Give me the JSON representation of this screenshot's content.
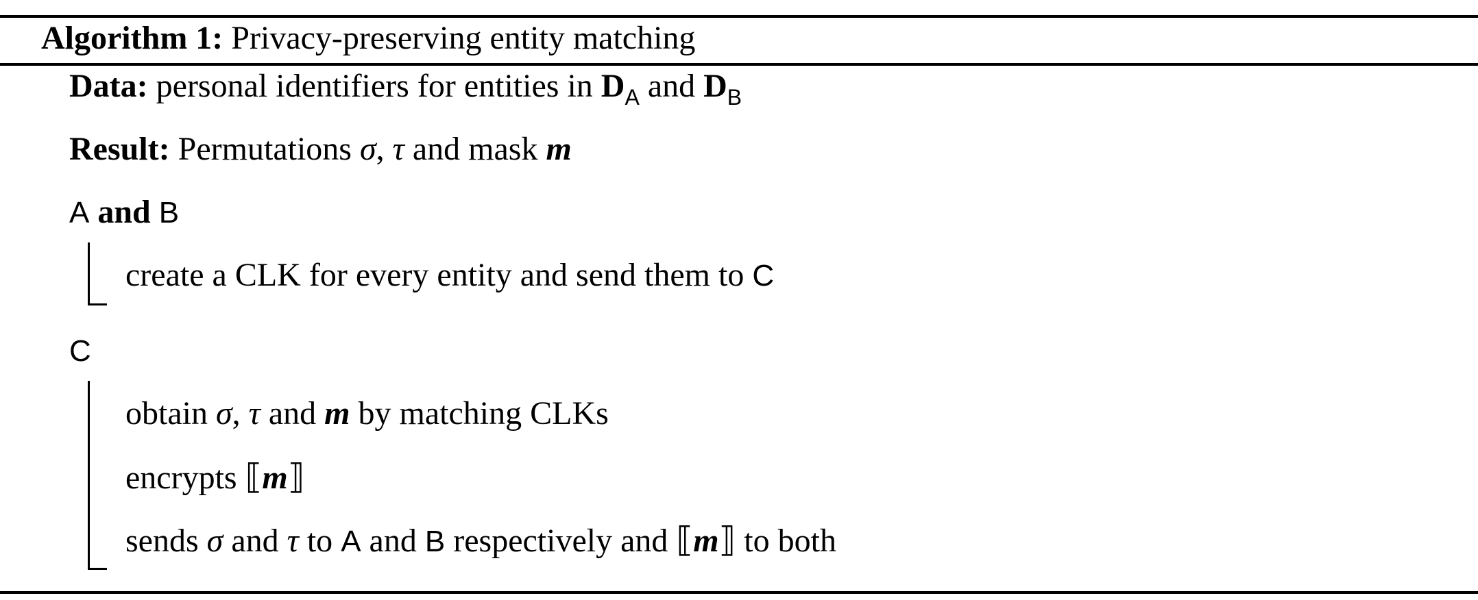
{
  "algorithm": {
    "label": "Algorithm 1:",
    "title": "Privacy-preserving entity matching"
  },
  "data_line": {
    "keyword": "Data:",
    "text": "personal identifiers for entities in",
    "d_symbol": "D",
    "sub_a": "A",
    "conj": "and",
    "sub_b": "B"
  },
  "result_line": {
    "keyword": "Result:",
    "text": "Permutations",
    "sigma": "σ",
    "comma": ",",
    "tau": "τ",
    "and_mask": "and mask",
    "m": "m"
  },
  "party_ab": {
    "a": "A",
    "and": "and",
    "b": "B"
  },
  "step_ab": {
    "text": "create a CLK for every entity and send them to",
    "c": "C"
  },
  "party_c": {
    "c": "C"
  },
  "step_c1": {
    "obtain": "obtain",
    "sigma": "σ",
    "comma": ",",
    "tau": "τ",
    "and": "and",
    "m": "m",
    "rest": "by matching CLKs"
  },
  "step_c2": {
    "text": "encrypts",
    "open": "⟦",
    "m": "m",
    "close": "⟧"
  },
  "step_c3": {
    "sends": "sends",
    "sigma": "σ",
    "and1": "and",
    "tau": "τ",
    "to": "to",
    "a": "A",
    "and2": "and",
    "b": "B",
    "respectively": "respectively and",
    "open": "⟦",
    "m": "m",
    "close": "⟧",
    "rest": "to both"
  }
}
